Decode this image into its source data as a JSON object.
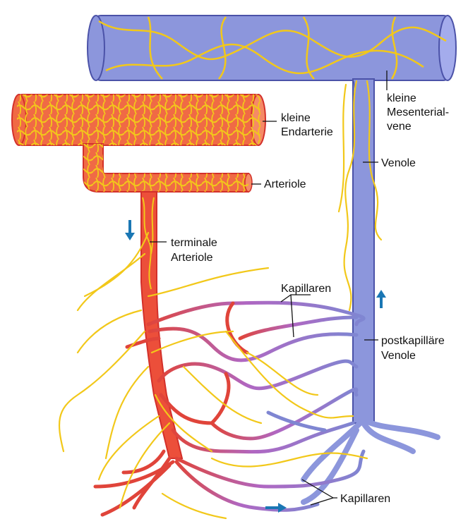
{
  "labels": {
    "endarterie": [
      "kleine",
      "Endarterie"
    ],
    "arteriole": "Arteriole",
    "terminale_arteriole": [
      "terminale",
      "Arteriole"
    ],
    "venole": "Venole",
    "mesenterialvene": [
      "kleine",
      "Mesenterial-",
      "vene"
    ],
    "kapillaren_top": "Kapillaren",
    "postkapillaere_venole": [
      "postkapilläre",
      "Venole"
    ],
    "kapillaren_bottom": "Kapillaren"
  },
  "colors": {
    "artery_fill": "#f06a45",
    "artery_stroke": "#d3302a",
    "vein_fill": "#8c96dc",
    "vein_stroke": "#4b52a8",
    "nerve": "#f2c81a",
    "capillary_mid": "#b067c2",
    "flow_arrow": "#1a77b4",
    "leader_line": "#111111"
  },
  "flow_arrows": [
    {
      "name": "flow-arrow-down-icon",
      "direction": "down"
    },
    {
      "name": "flow-arrow-up-icon",
      "direction": "up"
    },
    {
      "name": "flow-arrow-right-icon",
      "direction": "right"
    }
  ]
}
